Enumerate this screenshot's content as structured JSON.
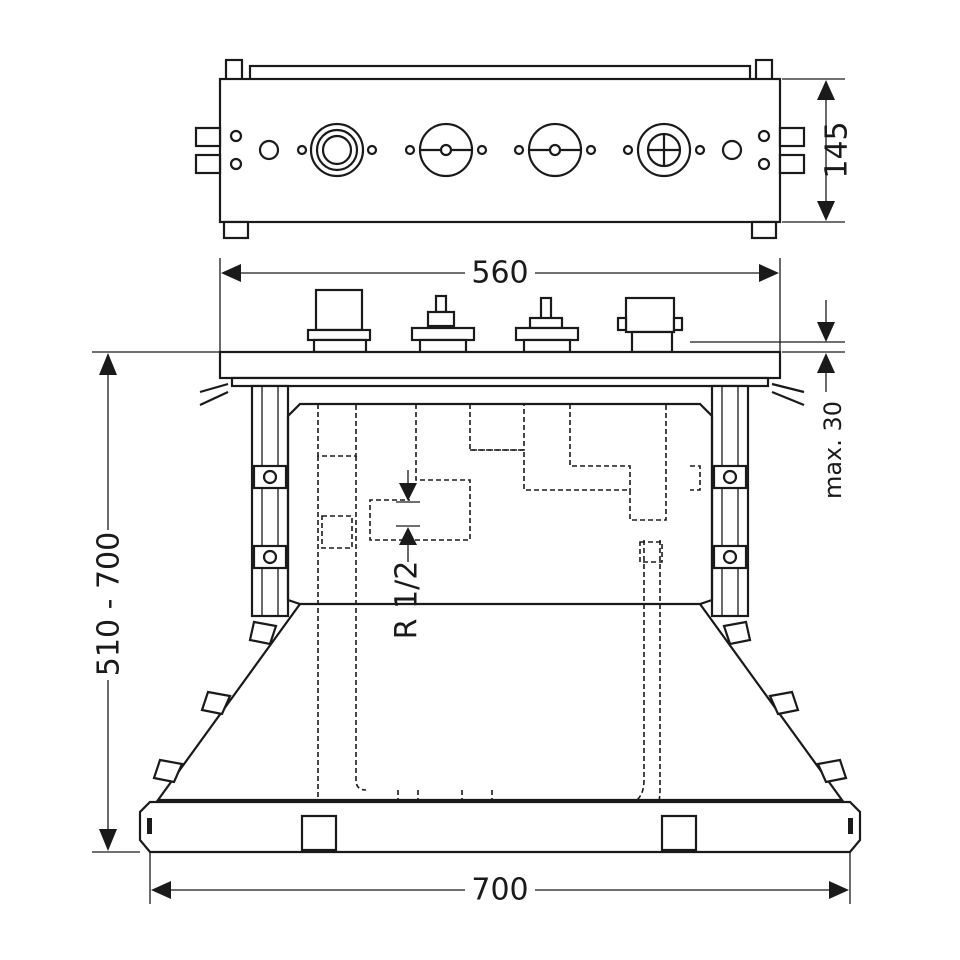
{
  "dimensions": {
    "top_height": "145",
    "top_width": "560",
    "height_range": "510 - 700",
    "bottom_width": "700",
    "max_depth": "max. 30",
    "thread": "R 1/2"
  },
  "colors": {
    "line": "#1a1a1a",
    "background": "#ffffff"
  }
}
